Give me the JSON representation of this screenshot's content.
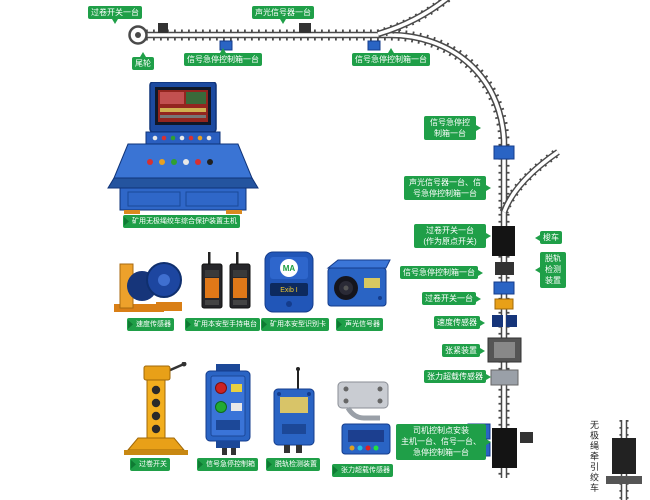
{
  "colors": {
    "badge_green": "#1f9f48",
    "track_dark": "#4a4a4a",
    "device_blue": "#2a64c4",
    "console_blue": "#2f67c8",
    "accent_orange": "#e8941f"
  },
  "track_badges": [
    {
      "text": "过卷开关一台"
    },
    {
      "text": "声光信号器一台"
    },
    {
      "text": "尾轮"
    },
    {
      "text": "信号急停控制箱一台"
    },
    {
      "text": "信号急停控制箱一台"
    },
    {
      "text": "信号急停控制箱一台"
    },
    {
      "text": "声光信号器一台、信号急停控制箱一台"
    },
    {
      "text": "过卷开关一台\n(作为原点开关)"
    },
    {
      "text": "梭车"
    },
    {
      "text": "脱轨检测装置"
    },
    {
      "text": "信号急停控制箱一台"
    },
    {
      "text": "过卷开关一台"
    },
    {
      "text": "速度传感器"
    },
    {
      "text": "张紧装置"
    },
    {
      "text": "张力超载传感器"
    },
    {
      "text": "司机控制点安装\n主机一台、信号一台、\n急停控制箱一台"
    }
  ],
  "side_label": {
    "text": "无极绳牵引绞车"
  },
  "product_labels": [
    {
      "text": "矿用无极绳绞车综合保护装置主机"
    },
    {
      "text": "速度传感器"
    },
    {
      "text": "矿用本安型手持电台"
    },
    {
      "text": "矿用本安型识别卡"
    },
    {
      "text": "声光信号器"
    },
    {
      "text": "过卷开关"
    },
    {
      "text": "信号急停控制箱"
    },
    {
      "text": "脱轨检测装置"
    },
    {
      "text": "张力超载传感器"
    }
  ],
  "markings": {
    "ma_logo": "MA",
    "ex_marking": "Exib I"
  }
}
